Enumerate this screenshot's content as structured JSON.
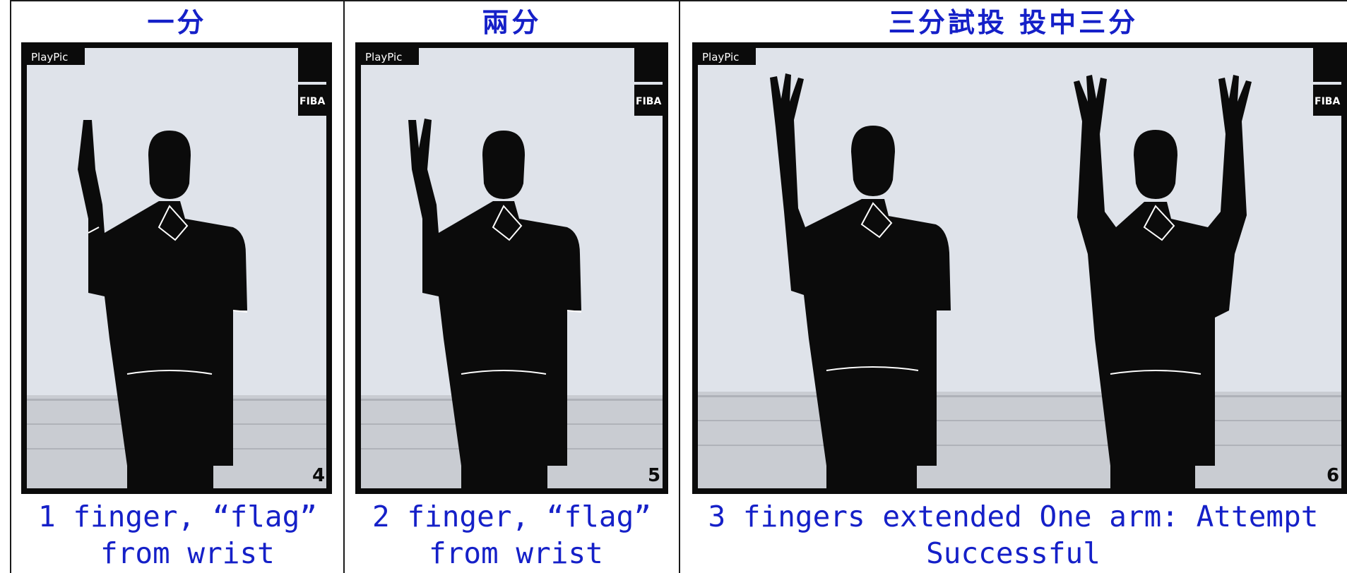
{
  "columns": [
    {
      "title": "一分",
      "photo": {
        "brand": "PlayPic",
        "logo": "FIBA",
        "number": "4",
        "fingers": 1,
        "arms": 1
      },
      "caption_lines": [
        "1 finger,  “flag”",
        "from wrist"
      ]
    },
    {
      "title": "兩分",
      "photo": {
        "brand": "PlayPic",
        "logo": "FIBA",
        "number": "5",
        "fingers": 2,
        "arms": 1
      },
      "caption_lines": [
        "2 finger,  “flag”",
        "from wrist"
      ]
    },
    {
      "title": "三分試投 投中三分",
      "photo": {
        "brand": "PlayPic",
        "logo": "FIBA",
        "number": "6",
        "fingers": 3,
        "arms": 2
      },
      "caption_lines": [
        "3 fingers extended One arm: Attempt",
        "Successful"
      ]
    }
  ],
  "colors": {
    "title_text": "#1520c8",
    "caption_text": "#1520c8",
    "photo_bg": "#d9dee6",
    "silhouette": "#0b0b0b",
    "grid_line": "#1a1a1a"
  }
}
